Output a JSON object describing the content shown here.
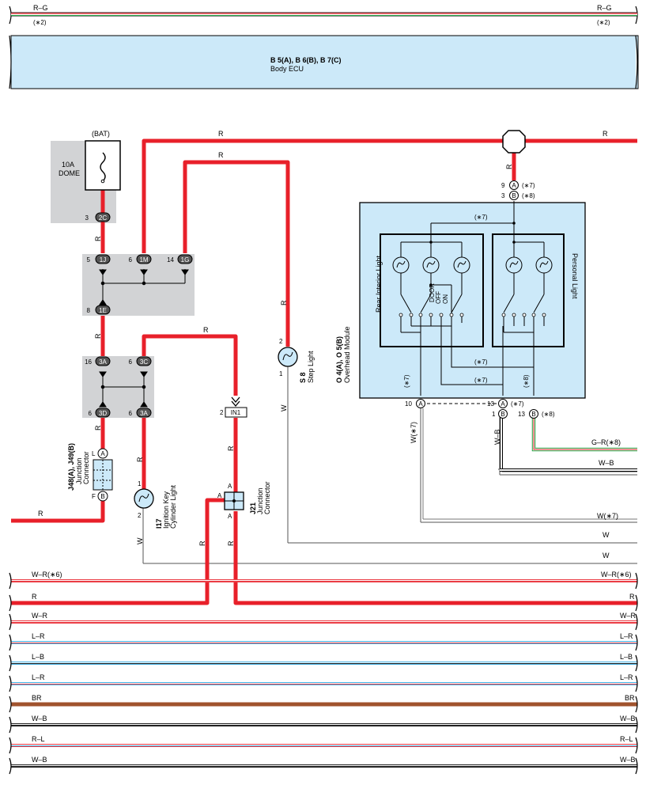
{
  "ecu": {
    "code": "B 5(A), B 6(B), B 7(C)",
    "name": "Body ECU"
  },
  "top_wire": {
    "color": "R–G",
    "note": "(∗2)"
  },
  "fuse": {
    "source": "(BAT)",
    "rating": "10A",
    "name": "DOME"
  },
  "wire_colors": {
    "r": "R",
    "w": "W",
    "w_b": "W–B",
    "w7": "W(∗7)",
    "g_r8": "G–R(∗8)"
  },
  "connectors": {
    "c2C": {
      "pin": "3",
      "id": "2C"
    },
    "c1J": {
      "pin": "5",
      "id": "1J"
    },
    "c1M": {
      "pin": "6",
      "id": "1M"
    },
    "c1G": {
      "pin": "14",
      "id": "1G"
    },
    "c1E": {
      "pin": "8",
      "id": "1E"
    },
    "c3A_top": {
      "pin": "16",
      "id": "3A"
    },
    "c3C": {
      "pin": "6",
      "id": "3C"
    },
    "c3D": {
      "pin": "6",
      "id": "3D"
    },
    "c3A_bot": {
      "pin": "6",
      "id": "3A"
    },
    "in1": {
      "pin": "2",
      "id": "IN1"
    }
  },
  "j48": {
    "code": "J48(A), J49(B)",
    "name1": "Junction",
    "name2": "Connector",
    "pinL": "L",
    "pinA": "A",
    "pinF": "F",
    "pinB": "B"
  },
  "i17": {
    "code": "I17",
    "name1": "Ignition Key",
    "name2": "Cylinder Light",
    "pin1": "1",
    "pin2": "2"
  },
  "j21": {
    "code": "J21",
    "name1": "Junction",
    "name2": "Connector",
    "pin": "A"
  },
  "s8": {
    "code": "S 8",
    "name": "Step Light",
    "pin2": "2",
    "pin1": "1"
  },
  "module": {
    "code": "O 4(A), O 5(B)",
    "name": "Overhead Module",
    "rear_label": "Rear Interior Light",
    "personal_label": "Personal Light",
    "door": "DOOR",
    "off": "OFF",
    "on": "ON",
    "note7": "(∗7)",
    "note8": "(∗8)",
    "top_pin_a": "9",
    "top_conn_a": "A",
    "top_pin_b": "3",
    "top_conn_b": "B",
    "bot_pin_a10": "10",
    "bot_pin_a13": "13",
    "bot_pin_b1": "1",
    "bot_pin_b13": "13"
  },
  "bus_wires": [
    {
      "label": "W–R(∗6)"
    },
    {
      "label": "R"
    },
    {
      "label": "W–R"
    },
    {
      "label": "L–R"
    },
    {
      "label": "L–B"
    },
    {
      "label": "L–R"
    },
    {
      "label": "BR"
    },
    {
      "label": "W–B"
    },
    {
      "label": "R–L"
    },
    {
      "label": "W–B"
    }
  ]
}
